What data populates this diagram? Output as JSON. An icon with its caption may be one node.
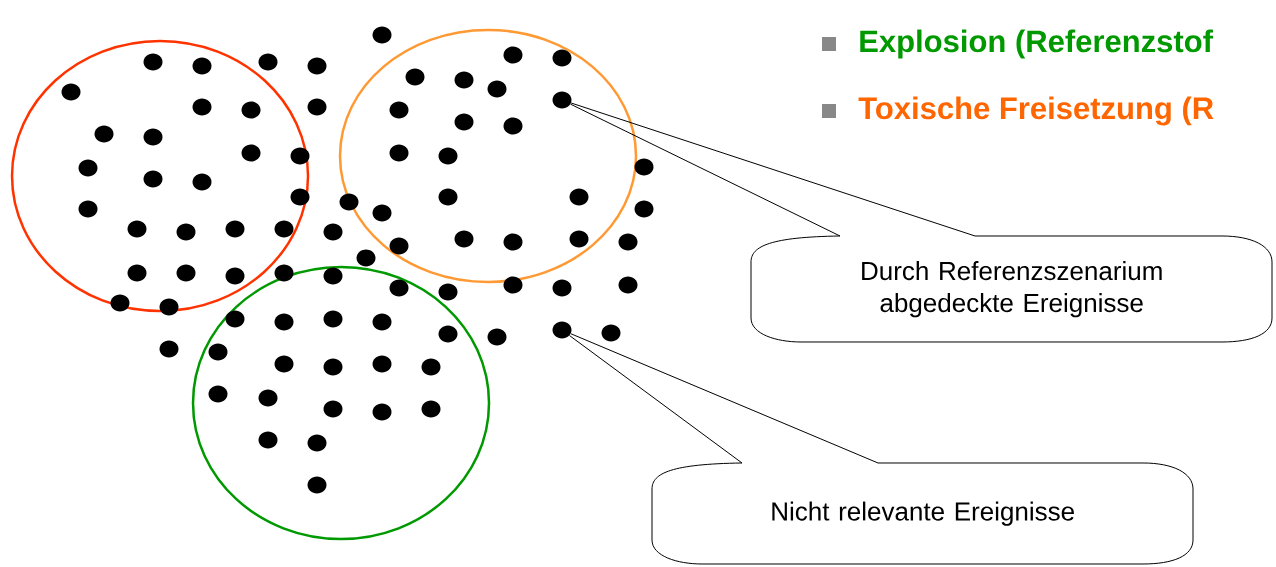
{
  "diagram": {
    "nodes": [
      {
        "text": [
          "Durch Referenzszenarium abgedeckte Ereignisse"
        ]
      },
      {
        "text": [
          "Nicht relevante Ereignisse"
        ]
      },
      {
        "text": [],
        "shape": "circle"
      },
      {
        "text": [],
        "shape": "circle"
      },
      {
        "text": [],
        "shape": "circle"
      },
      {
        "text": [],
        "shape": "circle"
      },
      {
        "text": [],
        "shape": "circle"
      },
      {
        "text": [],
        "shape": "circle"
      },
      {
        "text": [],
        "shape": "circle"
      },
      {
        "text": [],
        "shape": "circle"
      },
      {
        "text": [],
        "shape": "circle"
      },
      {
        "text": [],
        "shape": "circle"
      },
      {
        "text": [],
        "shape": "circle"
      },
      {
        "text": [],
        "shape": "circle"
      },
      {
        "text": [],
        "shape": "circle"
      },
      {
        "text": [],
        "shape": "circle"
      },
      {
        "text": [],
        "shape": "circle"
      },
      {
        "text": [],
        "shape": "circle"
      },
      {
        "text": [],
        "shape": "circle"
      },
      {
        "text": [],
        "shape": "circle"
      },
      {
        "text": [],
        "shape": "circle"
      },
      {
        "text": [],
        "shape": "circle"
      },
      {
        "text": [],
        "shape": "circle"
      },
      {
        "text": [],
        "shape": "circle"
      },
      {
        "text": [],
        "shape": "circle"
      },
      {
        "text": [],
        "shape": "circle"
      },
      {
        "text": [],
        "shape": "circle"
      },
      {
        "text": [],
        "shape": "circle"
      },
      {
        "text": [],
        "shape": "circle"
      },
      {
        "text": [],
        "shape": "circle"
      },
      {
        "text": [],
        "shape": "circle"
      },
      {
        "text": [],
        "shape": "circle"
      },
      {
        "text": [],
        "shape": "circle"
      },
      {
        "text": [],
        "shape": "circle"
      },
      {
        "text": [],
        "shape": "circle"
      },
      {
        "text": [],
        "shape": "circle"
      },
      {
        "text": [],
        "shape": "circle"
      },
      {
        "text": [],
        "shape": "circle"
      },
      {
        "text": [],
        "shape": "circle"
      },
      {
        "text": [],
        "shape": "circle"
      },
      {
        "text": [],
        "shape": "circle"
      },
      {
        "text": [],
        "shape": "circle"
      },
      {
        "text": [],
        "shape": "circle"
      },
      {
        "text": [],
        "shape": "circle"
      },
      {
        "text": [],
        "shape": "circle"
      },
      {
        "text": [],
        "shape": "circle"
      },
      {
        "text": [],
        "shape": "circle"
      },
      {
        "text": [],
        "shape": "circle"
      },
      {
        "text": [],
        "shape": "circle"
      },
      {
        "text": [],
        "shape": "circle"
      },
      {
        "text": [],
        "shape": "circle"
      },
      {
        "text": [],
        "shape": "circle"
      },
      {
        "text": [],
        "shape": "circle"
      },
      {
        "text": [],
        "shape": "circle"
      },
      {
        "text": [],
        "shape": "circle"
      },
      {
        "text": [],
        "shape": "circle"
      },
      {
        "text": [],
        "shape": "circle"
      },
      {
        "text": [],
        "shape": "circle"
      },
      {
        "text": [],
        "shape": "circle"
      },
      {
        "text": [],
        "shape": "circle"
      },
      {
        "text": [],
        "shape": "circle"
      },
      {
        "text": [],
        "shape": "circle"
      },
      {
        "text": [],
        "shape": "circle"
      },
      {
        "text": [],
        "shape": "circle"
      },
      {
        "text": [],
        "shape": "circle"
      },
      {
        "text": [],
        "shape": "circle"
      },
      {
        "text": [],
        "shape": "circle"
      },
      {
        "text": [],
        "shape": "circle"
      },
      {
        "text": [],
        "shape": "circle"
      },
      {
        "text": [],
        "shape": "circle"
      },
      {
        "text": [],
        "shape": "circle"
      },
      {
        "text": [],
        "shape": "circle"
      },
      {
        "text": [],
        "shape": "circle"
      },
      {
        "text": [],
        "shape": "circle"
      },
      {
        "text": [],
        "shape": "circle"
      },
      {
        "text": [],
        "shape": "circle"
      },
      {
        "text": [],
        "shape": "circle"
      },
      {
        "text": [],
        "shape": "circle"
      },
      {
        "text": [],
        "shape": "circle"
      },
      {
        "text": [],
        "shape": "circle"
      },
      {
        "text": [],
        "shape": "circle"
      },
      {
        "text": [],
        "shape": "circle"
      }
    ],
    "edges": [
      {
        "from": 0,
        "to": 13,
        "arrow": "none"
      },
      {
        "from": 1,
        "to": 64,
        "arrow": "none"
      }
    ],
    "labels": [
      "Explosion (Referenzstof",
      "Toxische Freisetzung (R"
    ]
  }
}
